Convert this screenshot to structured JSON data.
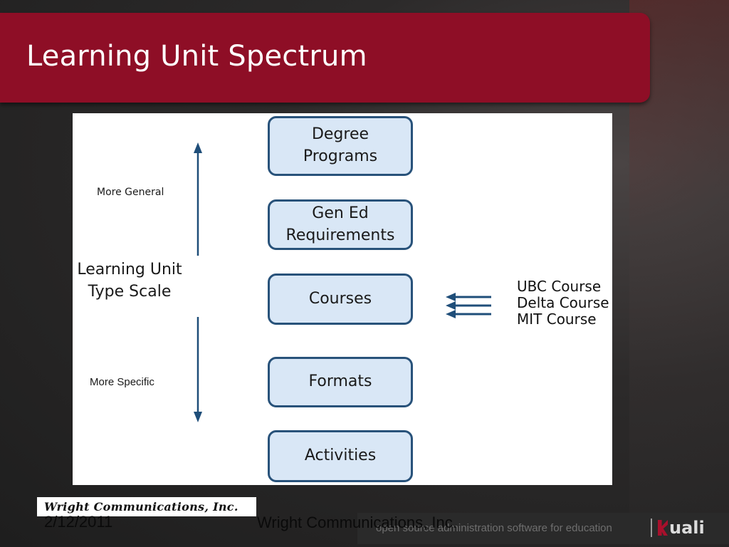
{
  "slide": {
    "title": "Learning Unit Spectrum"
  },
  "diagram": {
    "boxes": [
      "Degree\nPrograms",
      "Gen Ed\nRequirements",
      "Courses",
      "Formats",
      "Activities"
    ],
    "more_general": "More General",
    "scale_label": "Learning Unit\nType Scale",
    "more_specific": "More Specific",
    "more_specific_bullet": "",
    "courses": [
      "UBC Course",
      "Delta Course",
      "MIT Course"
    ],
    "colors": {
      "box_fill": "#d9e7f6",
      "box_border": "#28527a",
      "arrow": "#1f4e79"
    }
  },
  "footer": {
    "logo_text": "Wright Communications, Inc.",
    "date": "2/12/2011",
    "company": "Wright Communications, Inc.",
    "tagline": "open source administration software for education",
    "kuali_text": "uali"
  },
  "colors": {
    "title_bar": "#8e0e26",
    "background": "#1e1e1e"
  }
}
